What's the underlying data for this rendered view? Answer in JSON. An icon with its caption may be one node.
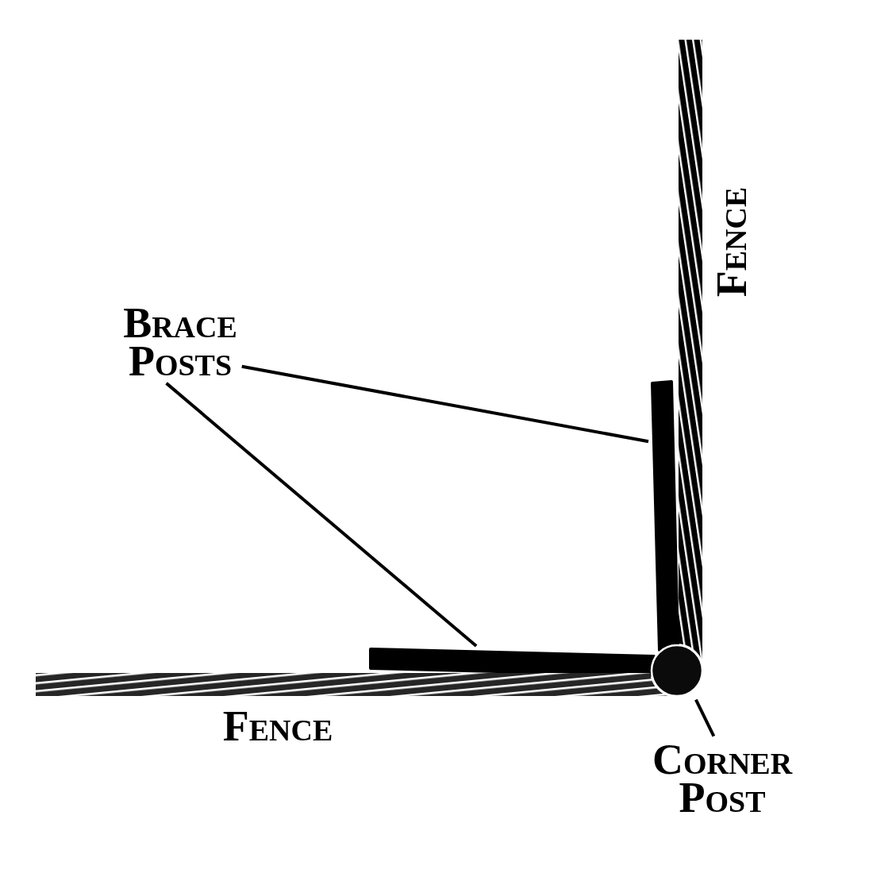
{
  "diagram": {
    "nodes": [
      {
        "text": [],
        "shape": "band",
        "beside": [
          "Fence"
        ]
      },
      {
        "text": [
          "Brace Posts"
        ]
      },
      {
        "text": [],
        "shape": "bar"
      },
      {
        "text": [],
        "shape": "bar"
      },
      {
        "text": [],
        "shape": "band",
        "beside": [
          "Fence"
        ]
      },
      {
        "text": [],
        "shape": "circle"
      },
      {
        "text": [
          "Corner Post"
        ]
      }
    ],
    "edges": [
      {
        "from": 1,
        "to": 2,
        "arrow": "none"
      },
      {
        "from": 1,
        "to": 3,
        "arrow": "none"
      },
      {
        "from": 6,
        "to": 5,
        "arrow": "none"
      }
    ]
  }
}
